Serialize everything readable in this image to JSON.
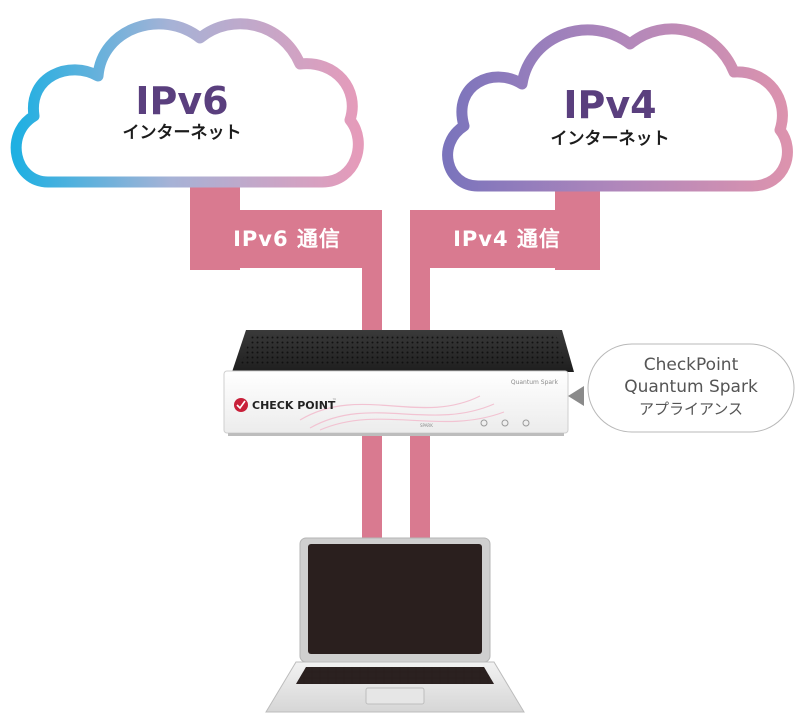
{
  "clouds": {
    "ipv6": {
      "title": "IPv6",
      "subtitle": "インターネット"
    },
    "ipv4": {
      "title": "IPv4",
      "subtitle": "インターネット"
    }
  },
  "links": {
    "ipv6_label": "IPv6 通信",
    "ipv4_label": "IPv4 通信"
  },
  "appliance": {
    "brand": "CHECK POINT",
    "trademark": "™",
    "model_tag": "Quantum Spark",
    "panel_text": "SPARK"
  },
  "callout": {
    "line1": "CheckPoint",
    "line2": "Quantum Spark",
    "line3": "アプライアンス"
  },
  "colors": {
    "link_pink": "#d97a90",
    "title_purple": "#5a3f7e",
    "cloud6_left": "#2bb0e0",
    "cloud6_right": "#e4a0bb",
    "cloud4_left": "#7e75bd",
    "cloud4_right": "#d891ab",
    "brand_red": "#c8203a"
  }
}
